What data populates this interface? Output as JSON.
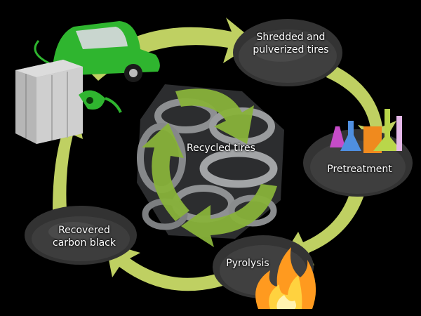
{
  "diagram": {
    "center_label": "Recycled tires",
    "nodes": [
      {
        "id": "shredded",
        "lines": [
          "Shredded and",
          "pulverized tires"
        ]
      },
      {
        "id": "pretreatment",
        "lines": [
          "Pretreatment"
        ]
      },
      {
        "id": "pyrolysis",
        "lines": [
          "Pyrolysis"
        ]
      },
      {
        "id": "carbon",
        "lines": [
          "Recovered",
          "carbon black"
        ]
      }
    ],
    "application_icons": [
      "electric-car-icon",
      "battery-pack-icon",
      "charging-plug-icon"
    ],
    "process_icons": [
      "chemistry-flasks-icon",
      "fire-icon"
    ],
    "colors": {
      "background": "#000000",
      "arrow_green": "#cfe26a",
      "arrow_dark_green": "#88b23a",
      "car_green": "#2fb52f",
      "powder": "#3c3c3c",
      "tire_gray": "#8d8f91"
    }
  }
}
